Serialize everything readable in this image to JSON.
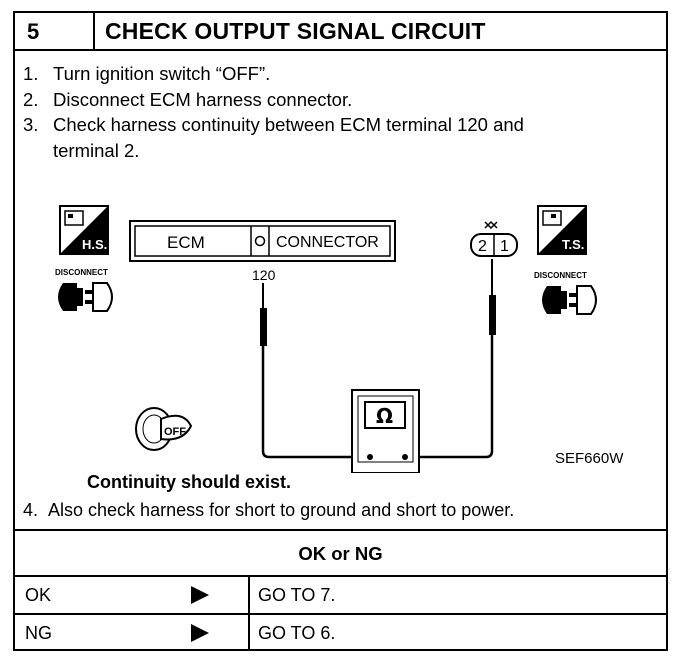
{
  "header": {
    "step_number": "5",
    "title": "CHECK OUTPUT SIGNAL CIRCUIT"
  },
  "steps": [
    {
      "num": "1.",
      "text": "Turn ignition switch “OFF”."
    },
    {
      "num": "2.",
      "text": "Disconnect ECM harness connector."
    },
    {
      "num": "3.",
      "text": "Check harness continuity between ECM terminal 120 and"
    },
    {
      "num": "",
      "text": "terminal 2."
    }
  ],
  "diagram": {
    "left_badge": "H.S.",
    "right_badge": "T.S.",
    "disconnect_left": "DISCONNECT",
    "disconnect_right": "DISCONNECT",
    "ecm_label": "ECM",
    "connector_label": "CONNECTOR",
    "terminal_120": "120",
    "pin_2": "2",
    "pin_1": "1",
    "ohm_symbol": "Ω",
    "key_label": "OFF",
    "figure_code": "SEF660W"
  },
  "continuity_note": "Continuity should exist.",
  "step4": {
    "num": "4.",
    "text": "Also check harness for short to ground and short to power."
  },
  "result_header": "OK or NG",
  "results": [
    {
      "label": "OK",
      "action": "GO TO 7."
    },
    {
      "label": "NG",
      "action": "GO TO 6."
    }
  ]
}
